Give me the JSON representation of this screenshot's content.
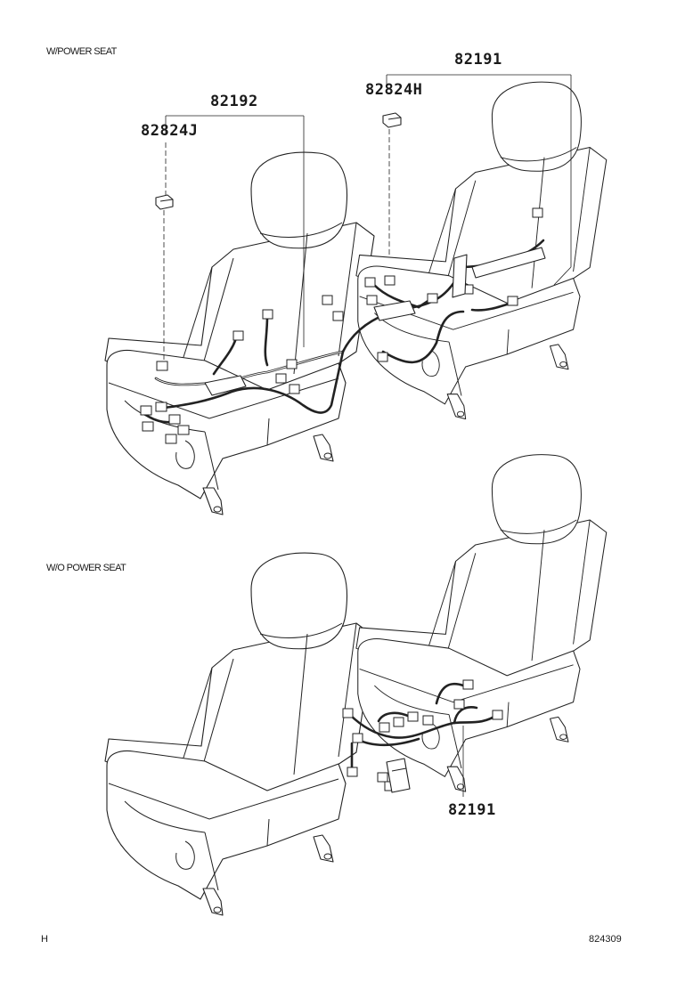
{
  "sections": {
    "power": {
      "label": "W/POWER SEAT"
    },
    "no_power": {
      "label": "W/O POWER SEAT"
    }
  },
  "parts": {
    "p82192": "82192",
    "p82824J": "82824J",
    "p82191_top": "82191",
    "p82824H": "82824H",
    "p82191_bottom": "82191"
  },
  "footer": {
    "left": "H",
    "right": "824309"
  }
}
